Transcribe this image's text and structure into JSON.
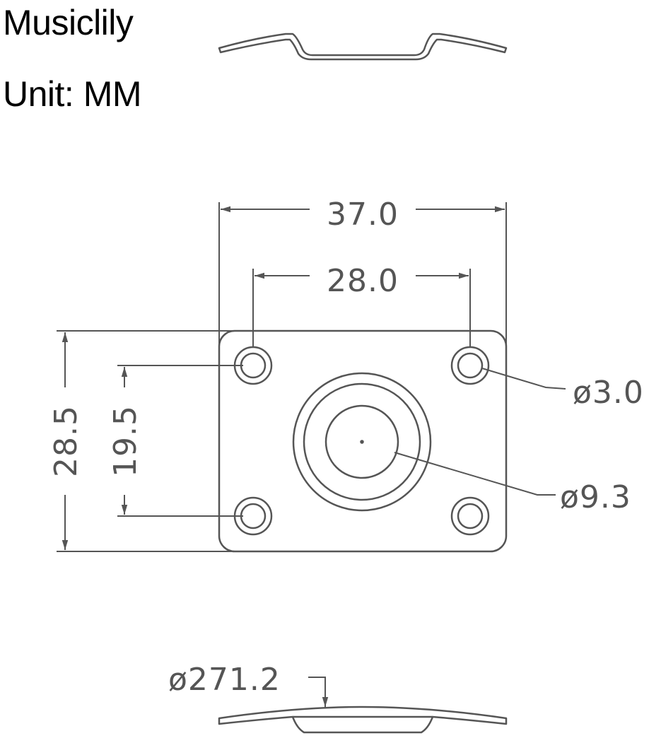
{
  "header": {
    "brand": "Musiclily",
    "unit": "Unit: MM"
  },
  "dimensions": {
    "overall_width": "37.0",
    "hole_spacing_x": "28.0",
    "overall_height": "28.5",
    "hole_spacing_y": "19.5",
    "screw_hole_dia": "ø3.0",
    "jack_hole_dia": "ø9.3",
    "curve_radius": "ø271.2"
  },
  "colors": {
    "line": "#555555",
    "text": "#000000"
  }
}
